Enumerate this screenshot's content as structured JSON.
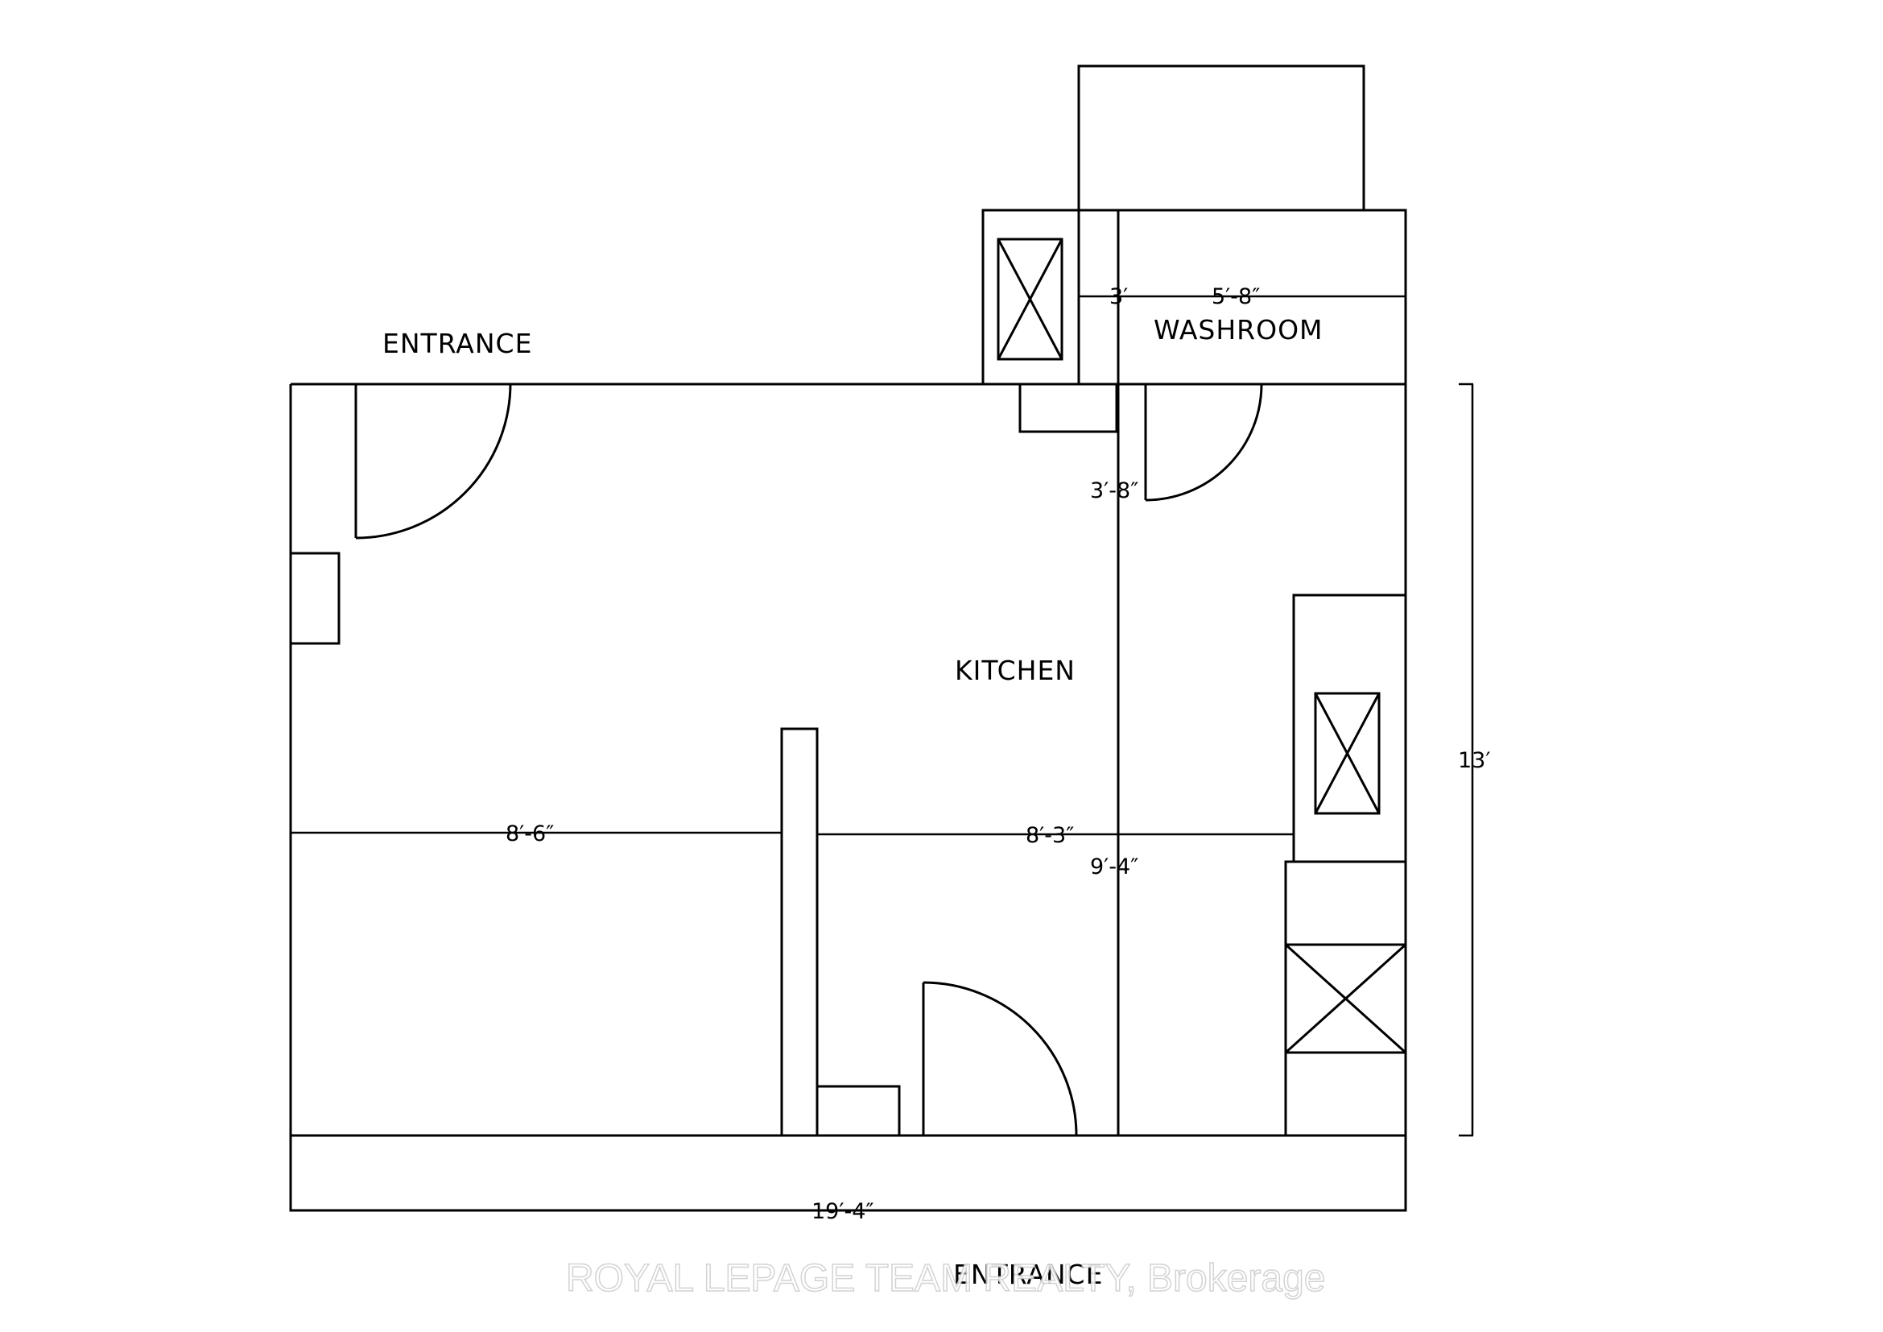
{
  "rooms": {
    "entrance_top": "ENTRANCE",
    "washroom": "WASHROOM",
    "kitchen": "KITCHEN",
    "entrance_bottom": "ENTRANCE"
  },
  "dimensions": {
    "washroom_left": "3′",
    "washroom_width": "5′-8″",
    "washroom_door": "3′-8″",
    "left_width": "8′-6″",
    "kitchen_width": "8′-3″",
    "right_room_width": "9′-4″",
    "overall_height": "13′",
    "overall_width": "19′-4″"
  },
  "watermark": "ROYAL LEPAGE TEAM REALTY, Brokerage",
  "colors": {
    "line": "#000000",
    "background": "#ffffff"
  }
}
